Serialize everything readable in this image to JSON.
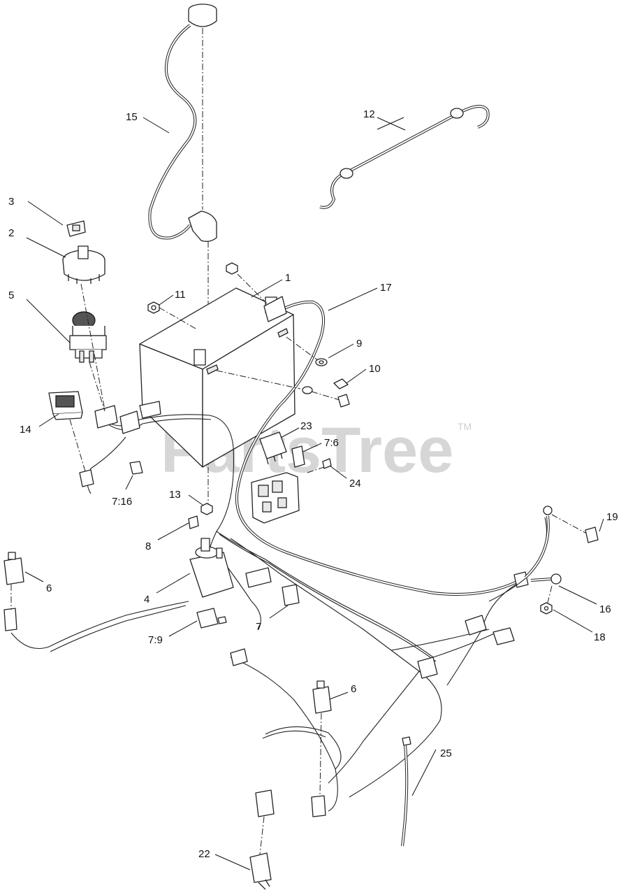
{
  "watermark": {
    "text": "PartsTree",
    "trademark": "TM"
  },
  "callouts": {
    "c1": "1",
    "c2": "2",
    "c3": "3",
    "c4": "4",
    "c5": "5",
    "c6a": "6",
    "c6b": "6",
    "c7": "7",
    "c7_6": "7:6",
    "c7_9": "7:9",
    "c7_16": "7:16",
    "c8": "8",
    "c9": "9",
    "c10": "10",
    "c11": "11",
    "c12": "12",
    "c13": "13",
    "c14": "14",
    "c15": "15",
    "c16": "16",
    "c17": "17",
    "c18": "18",
    "c19": "19",
    "c22": "22",
    "c23": "23",
    "c24": "24",
    "c25": "25"
  }
}
